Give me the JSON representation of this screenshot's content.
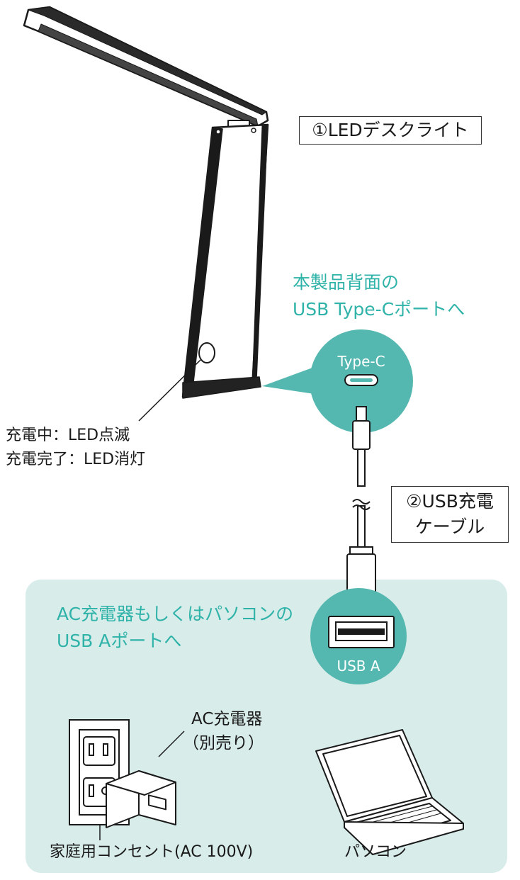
{
  "colors": {
    "teal": "#55b8b0",
    "teal_text": "#2fb3a9",
    "bg_panel": "#d8ecea",
    "stroke": "#1a1a1a"
  },
  "labels": {
    "lamp_box": "①LEDデスクライト",
    "type_c_note_line1": "本製品背面の",
    "type_c_note_line2": "USB Type-Cポートへ",
    "type_c_circle": "Type-C",
    "charging_line1": "充電中：LED点滅",
    "charging_line2": "充電完了：LED消灯",
    "cable_box_line1": "②USB充電",
    "cable_box_line2": "ケーブル",
    "usb_a_note_line1": "AC充電器もしくはパソコンの",
    "usb_a_note_line2": "USB Aポートへ",
    "usb_a_circle": "USB A",
    "ac_charger_line1": "AC充電器",
    "ac_charger_line2": "（別売り）",
    "outlet_label": "家庭用コンセント(AC 100V)",
    "pc_label": "パソコン"
  },
  "icons": [
    "desk-lamp-icon",
    "type-c-port-icon",
    "usb-cable-icon",
    "usb-a-port-icon",
    "wall-outlet-icon",
    "ac-charger-icon",
    "laptop-icon"
  ]
}
